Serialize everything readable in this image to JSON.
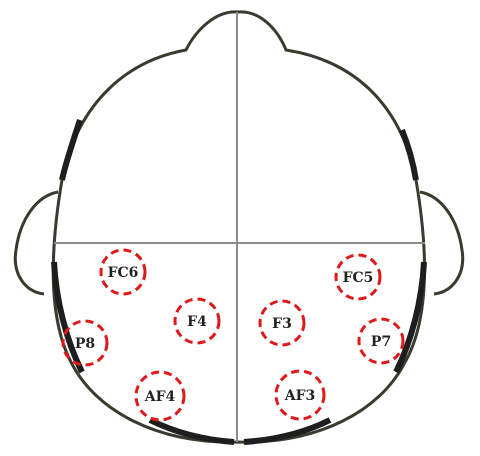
{
  "diagram": {
    "electrodes": [
      {
        "id": "FC6",
        "label": "FC6"
      },
      {
        "id": "FC5",
        "label": "FC5"
      },
      {
        "id": "F4",
        "label": "F4"
      },
      {
        "id": "F3",
        "label": "F3"
      },
      {
        "id": "P8",
        "label": "P8"
      },
      {
        "id": "P7",
        "label": "P7"
      },
      {
        "id": "AF4",
        "label": "AF4"
      },
      {
        "id": "AF3",
        "label": "AF3"
      }
    ],
    "colors": {
      "head_outline": "#3a3a2e",
      "head_thick_edge": "#1e1e1e",
      "midline": "#8c8c8c",
      "electrode_ring": "#e01818",
      "label_text": "#222222"
    }
  }
}
